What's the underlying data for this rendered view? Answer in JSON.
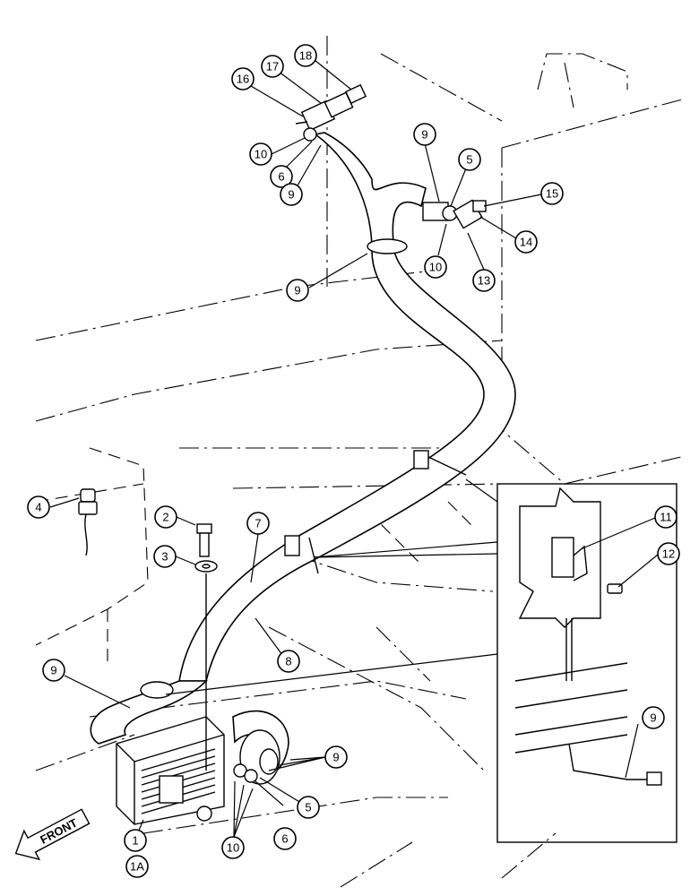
{
  "callouts": {
    "c1": "1",
    "c1a": "1A",
    "c2": "2",
    "c3": "3",
    "c4": "4",
    "c5a": "5",
    "c5b": "5",
    "c6a": "6",
    "c6b": "6",
    "c7": "7",
    "c8": "8",
    "c9a": "9",
    "c9b": "9",
    "c9c": "9",
    "c9d": "9",
    "c9e": "9",
    "c9f": "9",
    "c10a": "10",
    "c10b": "10",
    "c10c": "10",
    "c11": "11",
    "c12": "12",
    "c13": "13",
    "c14": "14",
    "c15": "15",
    "c16": "16",
    "c17": "17",
    "c18": "18"
  },
  "front_label": "FRONT"
}
